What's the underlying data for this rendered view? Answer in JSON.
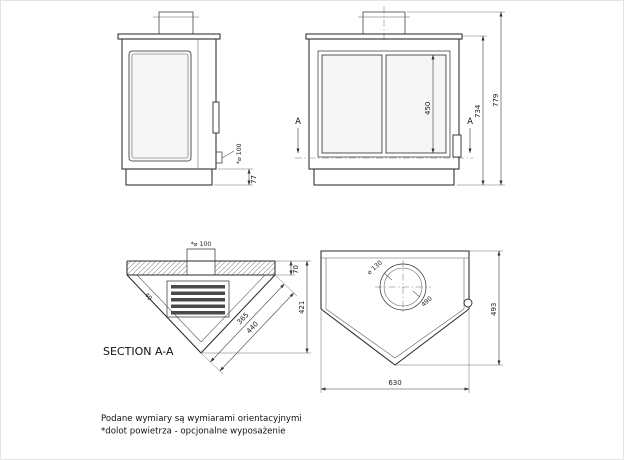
{
  "notes": {
    "line1": "Podane wymiary są wymiarami orientacyjnymi",
    "line2": "*dolot powietrza - opcjonalne wyposażenie"
  },
  "labels": {
    "section_title": "SECTION A-A",
    "cut_letter_left": "A",
    "cut_letter_right": "A"
  },
  "dims": {
    "side_view": {
      "air_inlet_dia": "*⌀ 100",
      "plinth_height": "77"
    },
    "front_view": {
      "glass_height": "450",
      "body_height": "734",
      "total_height": "779"
    },
    "section_aa": {
      "flue_dia": "*⌀ 100",
      "top_depth": "70",
      "section_height": "421",
      "width_inner": "365",
      "width_outer": "440",
      "duct": "40"
    },
    "top_view": {
      "flue_collar_dia": "⌀ 130",
      "flue_position": "490",
      "depth": "493",
      "width": "630"
    }
  }
}
